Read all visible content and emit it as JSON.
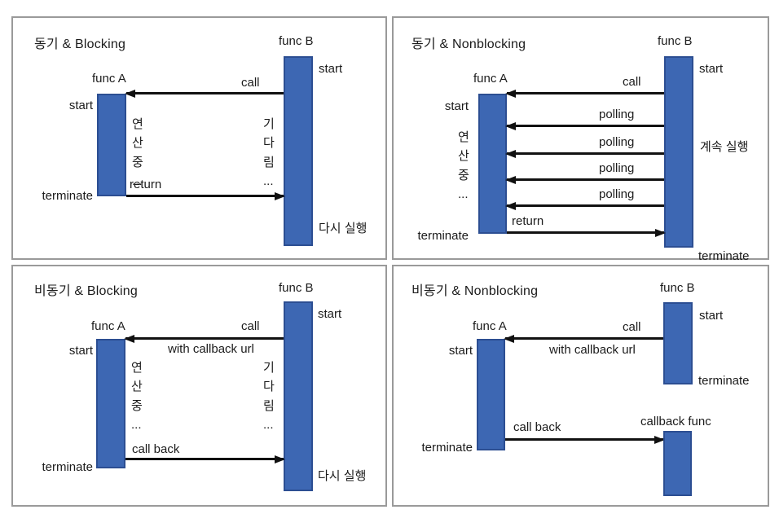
{
  "colors": {
    "bar_fill": "#3D67B3",
    "bar_border": "#2C4E92",
    "panel_border": "#9A9A9A",
    "arrow": "#111111",
    "text": "#1B1B1B"
  },
  "panels": [
    {
      "title": "동기 & Blocking",
      "func_a": {
        "label": "func A",
        "start": "start",
        "terminate": "terminate",
        "activity": "연산중 ..."
      },
      "func_b": {
        "label": "func B",
        "start": "start",
        "waiting": "기다림 ...",
        "resume": "다시 실행"
      },
      "messages": {
        "call": "call",
        "return": "return"
      }
    },
    {
      "title": "동기 & Nonblocking",
      "func_a": {
        "label": "func A",
        "start": "start",
        "terminate": "terminate",
        "activity": "연산중 ..."
      },
      "func_b": {
        "label": "func B",
        "start": "start",
        "running": "계속 실행",
        "terminate": "terminate"
      },
      "messages": {
        "call": "call",
        "polling": "polling",
        "return": "return"
      }
    },
    {
      "title": "비동기 & Blocking",
      "func_a": {
        "label": "func A",
        "start": "start",
        "terminate": "terminate",
        "activity": "연산중 ..."
      },
      "func_b": {
        "label": "func B",
        "start": "start",
        "waiting": "기다림 ...",
        "resume": "다시 실행"
      },
      "messages": {
        "call": "call",
        "call_detail": "with callback url",
        "callback": "call back"
      }
    },
    {
      "title": "비동기 & Nonblocking",
      "func_a": {
        "label": "func A",
        "start": "start",
        "terminate": "terminate"
      },
      "func_b": {
        "label": "func B",
        "start": "start",
        "terminate": "terminate"
      },
      "callback_func": {
        "label": "callback func"
      },
      "messages": {
        "call": "call",
        "call_detail": "with callback url",
        "callback": "call back"
      }
    }
  ]
}
